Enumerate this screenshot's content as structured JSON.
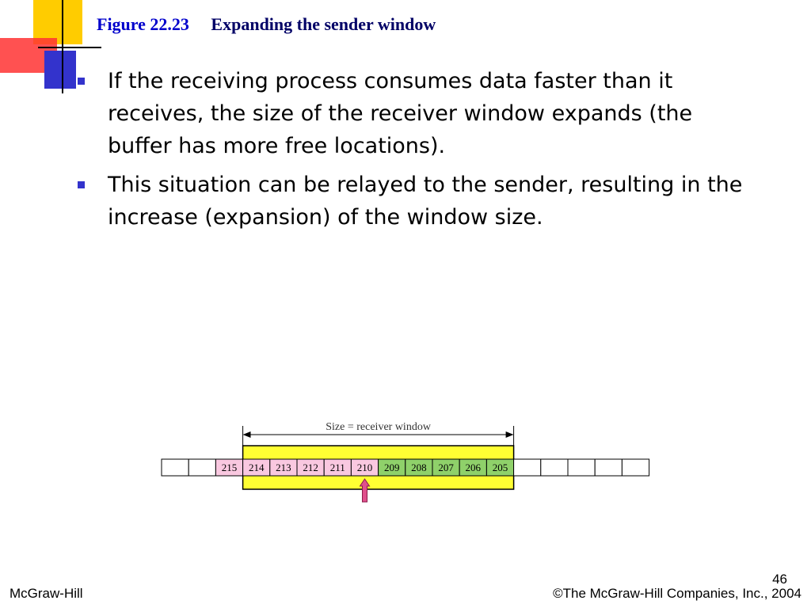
{
  "title": {
    "figure": "Figure 22.23",
    "text": "Expanding the sender window"
  },
  "bullets": [
    "If the receiving process consumes data faster than it receives, the size of the receiver window expands (the buffer has more free locations).",
    "This situation can be relayed to the sender, resulting in the increase (expansion) of the window size."
  ],
  "diagram": {
    "size_label": "Size = receiver window",
    "cells": [
      {
        "label": "",
        "state": "empty"
      },
      {
        "label": "",
        "state": "empty"
      },
      {
        "label": "215",
        "state": "pink"
      },
      {
        "label": "214",
        "state": "pink"
      },
      {
        "label": "213",
        "state": "pink"
      },
      {
        "label": "212",
        "state": "pink"
      },
      {
        "label": "211",
        "state": "pink"
      },
      {
        "label": "210",
        "state": "pink"
      },
      {
        "label": "209",
        "state": "green"
      },
      {
        "label": "208",
        "state": "green"
      },
      {
        "label": "207",
        "state": "green"
      },
      {
        "label": "206",
        "state": "green"
      },
      {
        "label": "205",
        "state": "green"
      },
      {
        "label": "",
        "state": "empty"
      },
      {
        "label": "",
        "state": "empty"
      },
      {
        "label": "",
        "state": "empty"
      },
      {
        "label": "",
        "state": "empty"
      },
      {
        "label": "",
        "state": "empty"
      }
    ],
    "window_start": 3,
    "window_end": 12,
    "pointer_cell": 7,
    "colors": {
      "pink": "#f9c8e0",
      "green": "#8fd16a",
      "yellow": "#ffff33",
      "arrow": "#e0508c"
    }
  },
  "footer": {
    "left": "McGraw-Hill",
    "right": "©The McGraw-Hill Companies, Inc., 2004",
    "page": "46"
  },
  "decor_colors": {
    "yellow": "#ffcc00",
    "red": "#ff3333",
    "blue": "#3333cc"
  }
}
